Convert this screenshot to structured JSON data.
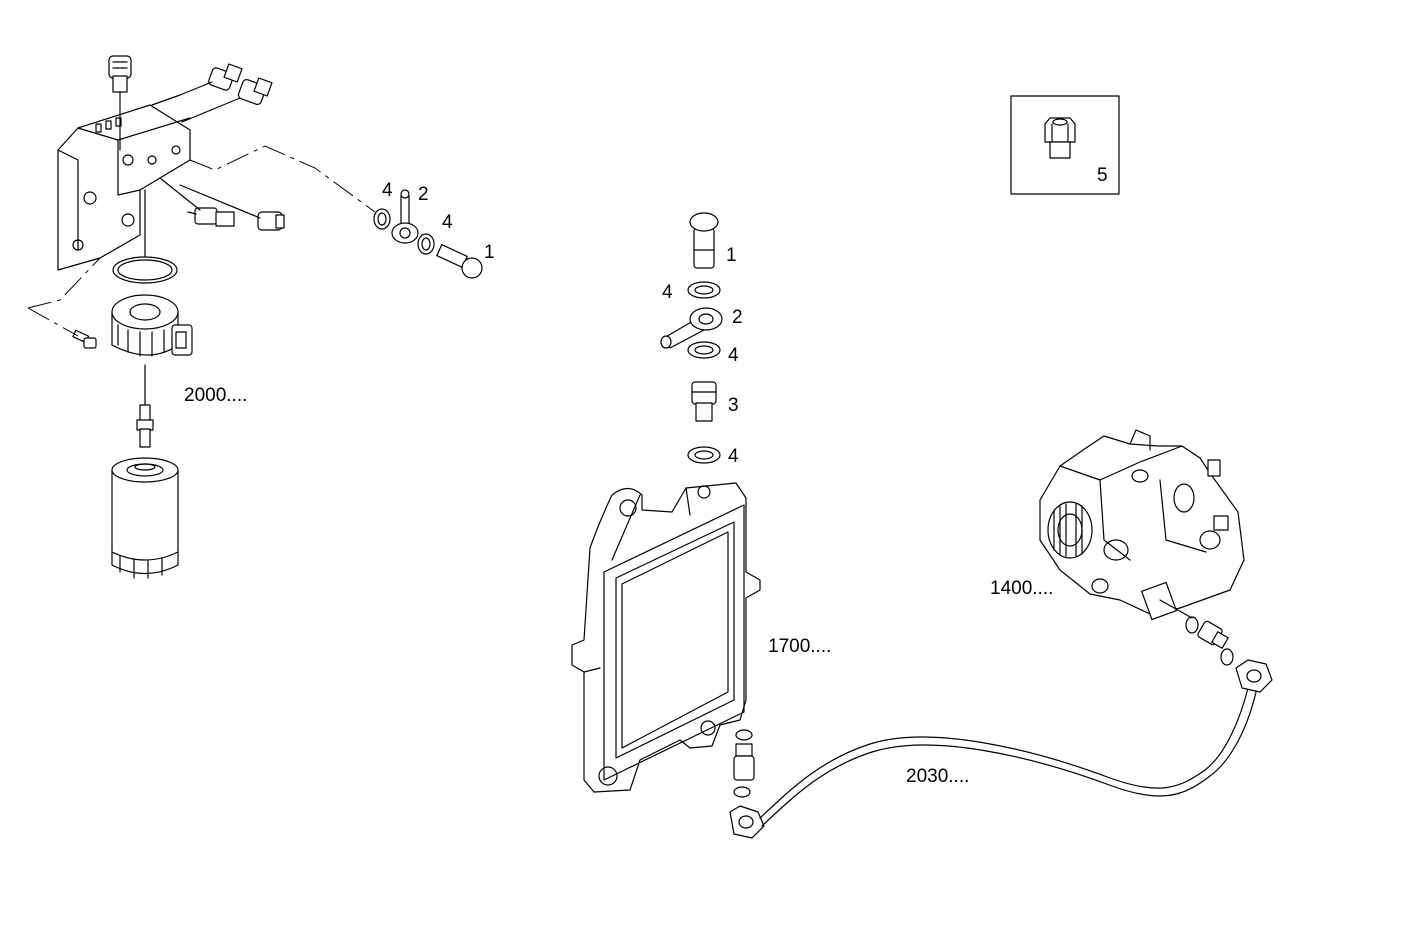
{
  "callouts": {
    "left": {
      "c4a": "4",
      "c2": "2",
      "c4b": "4",
      "c1": "1"
    },
    "center": {
      "c1": "1",
      "c4a": "4",
      "c2": "2",
      "c4b": "4",
      "c3": "3",
      "c4c": "4"
    },
    "inset": "5"
  },
  "references": {
    "fuel_filter": "2000....",
    "ecu_plate": "1700....",
    "pump": "1400....",
    "pipe": "2030...."
  }
}
